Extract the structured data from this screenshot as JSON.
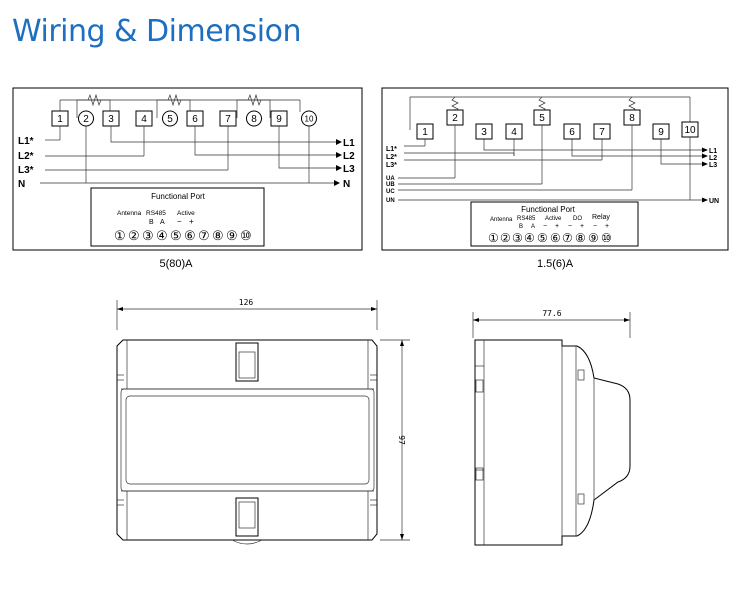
{
  "title": "Wiring & Dimension",
  "diagram_a": {
    "terminals": [
      "1",
      "2",
      "3",
      "4",
      "5",
      "6",
      "7",
      "8",
      "9",
      "10"
    ],
    "inputs": [
      "L1*",
      "L2*",
      "L3*",
      "N"
    ],
    "outputs": [
      "L1",
      "L2",
      "L3",
      "N"
    ],
    "port_title": "Functional Port",
    "port_labels": [
      "Antenna",
      "RS485",
      "B",
      "A",
      "Active",
      "−",
      "+"
    ],
    "port_numbers": [
      "①",
      "②",
      "③",
      "④",
      "⑤",
      "⑥",
      "⑦",
      "⑧",
      "⑨",
      "⑩"
    ],
    "caption": "5(80)A"
  },
  "diagram_b": {
    "terminals": [
      "1",
      "2",
      "3",
      "4",
      "5",
      "6",
      "7",
      "8",
      "9",
      "10"
    ],
    "inputs": [
      "L1*",
      "L2*",
      "L3*",
      "UA",
      "UB",
      "UC",
      "UN"
    ],
    "outputs": [
      "L1",
      "L2",
      "L3",
      "UN"
    ],
    "port_title": "Functional Port",
    "port_labels": [
      "Antenna",
      "RS485",
      "B",
      "A",
      "Active",
      "DO",
      "Relay",
      "−",
      "+",
      "−",
      "+",
      "−",
      "+"
    ],
    "port_numbers": [
      "①",
      "②",
      "③",
      "④",
      "⑤",
      "⑥",
      "⑦",
      "⑧",
      "⑨",
      "⑩"
    ],
    "caption": "1.5(6)A"
  },
  "dimensions": {
    "width": "126",
    "height": "97",
    "depth": "77.6"
  }
}
